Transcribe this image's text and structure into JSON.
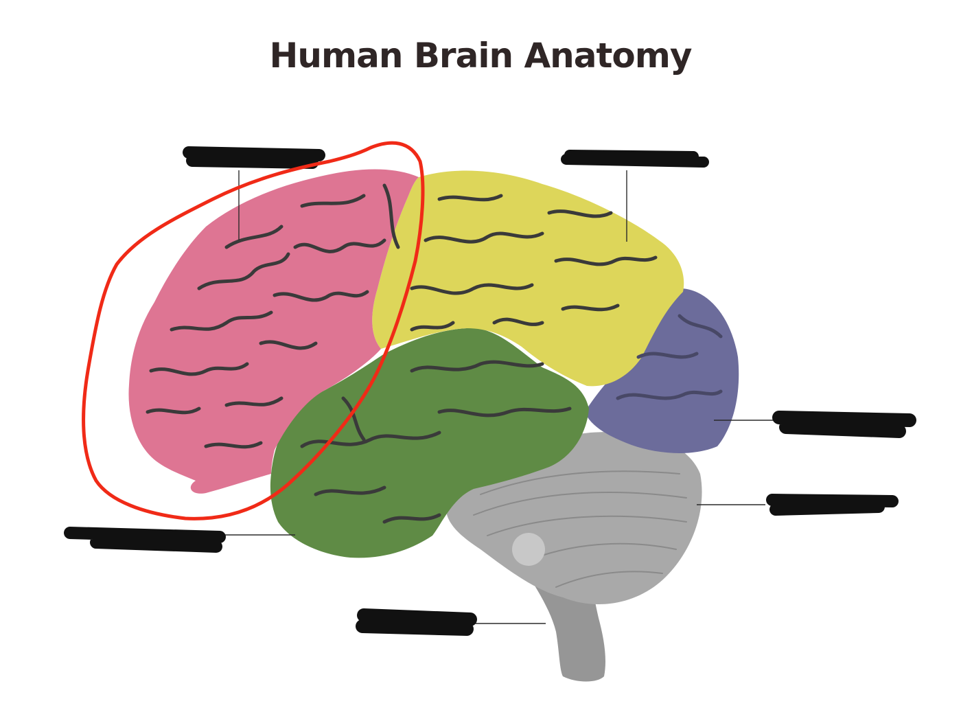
{
  "title": "Human Brain Anatomy",
  "colors": {
    "frontal": "#de7593",
    "parietal": "#ddd65a",
    "temporal": "#5f8b45",
    "occipital": "#6c6c9b",
    "cerebellum": "#a9a9a9",
    "brainstem": "#969696",
    "annotation_circle": "#f02a17",
    "redaction": "#111111"
  },
  "regions": [
    {
      "id": "frontal-lobe",
      "color_key": "frontal"
    },
    {
      "id": "parietal-lobe",
      "color_key": "parietal"
    },
    {
      "id": "temporal-lobe",
      "color_key": "temporal"
    },
    {
      "id": "occipital-lobe",
      "color_key": "occipital"
    },
    {
      "id": "cerebellum",
      "color_key": "cerebellum"
    },
    {
      "id": "brainstem",
      "color_key": "brainstem"
    }
  ],
  "labels": [
    {
      "name": "label-frontal",
      "state": "redacted"
    },
    {
      "name": "label-parietal",
      "state": "redacted"
    },
    {
      "name": "label-occipital",
      "state": "redacted"
    },
    {
      "name": "label-cerebellum",
      "state": "redacted"
    },
    {
      "name": "label-temporal",
      "state": "redacted"
    },
    {
      "name": "label-brainstem",
      "state": "redacted"
    }
  ],
  "annotation": {
    "type": "hand-drawn-circle",
    "target": "frontal-lobe"
  }
}
